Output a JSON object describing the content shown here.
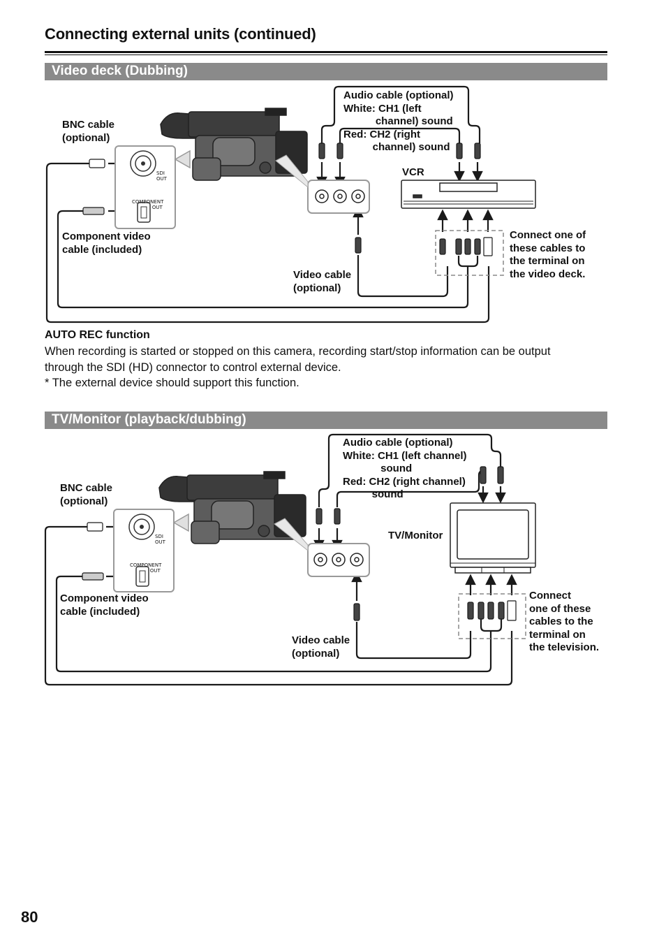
{
  "page": {
    "title": "Connecting external units (continued)",
    "number": "80"
  },
  "section1": {
    "title": "Video deck (Dubbing)",
    "bnc_label": "BNC cable\n(optional)",
    "sdi_label": "SDI\nOUT",
    "component_port_label": "COMPONENT\n             OUT",
    "component_cable_label": "Component video\ncable (included)",
    "audio_label": "Audio cable (optional)\nWhite: CH1 (left\n           channel) sound\nRed: CH2 (right\n          channel) sound",
    "vcr_label": "VCR",
    "video_cable_label": "Video cable\n(optional)",
    "connect_label": "Connect one of\nthese cables to\nthe terminal on\nthe video deck."
  },
  "auto_rec": {
    "heading": "AUTO REC function",
    "line1": "When recording is started or stopped on this camera, recording start/stop information can be output",
    "line2": "through the SDI (HD) connector to control external device.",
    "note": "* The external device should support this function."
  },
  "section2": {
    "title": "TV/Monitor (playback/dubbing)",
    "bnc_label": "BNC cable\n(optional)",
    "sdi_label": "SDI\nOUT",
    "component_port_label": "COMPONENT\n             OUT",
    "component_cable_label": "Component video\ncable (included)",
    "audio_label": "Audio cable (optional)\nWhite: CH1 (left channel)\n             sound\nRed: CH2 (right channel)\n          sound",
    "tv_label": "TV/Monitor",
    "video_cable_label": "Video cable\n(optional)",
    "connect_label": "Connect\none of these\ncables to the\nterminal on\nthe television."
  },
  "colors": {
    "section_bar": "#8a8a8a",
    "line": "#1a1a1a",
    "camera": "#555555"
  }
}
